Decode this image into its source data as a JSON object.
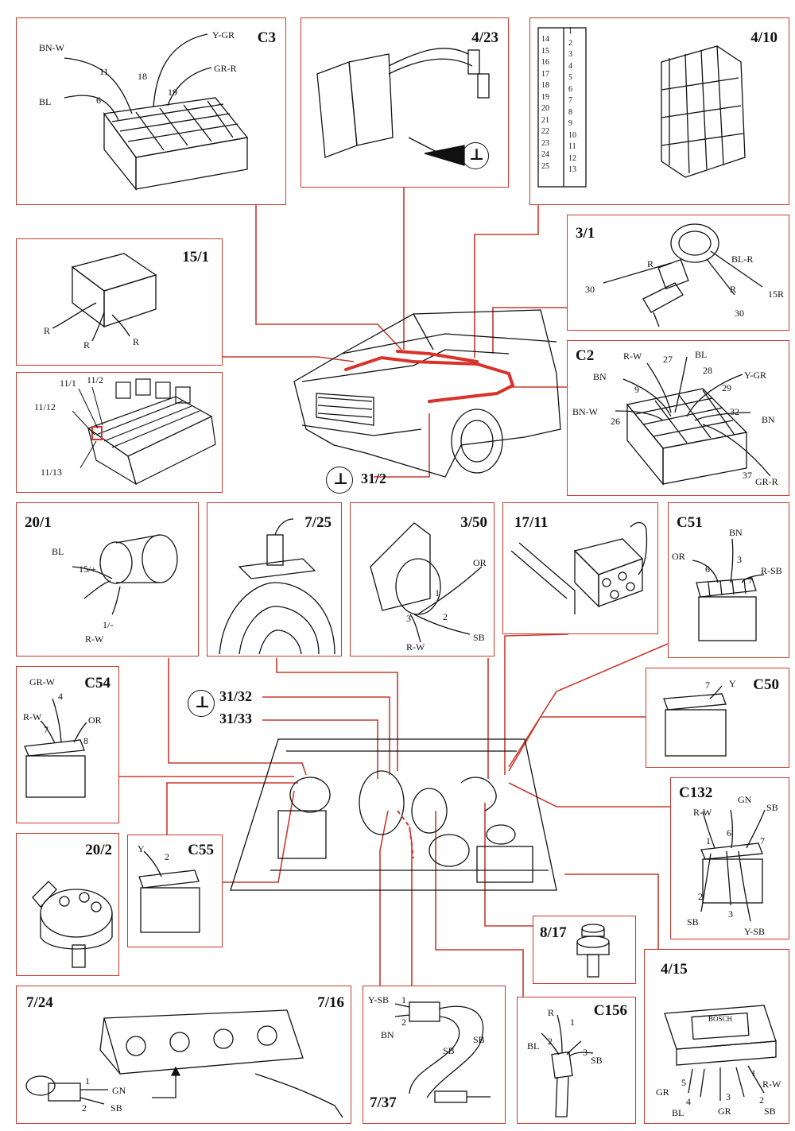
{
  "colors": {
    "frame": "#c83a2f",
    "wire": "#111111",
    "highlight": "#d8322a"
  },
  "panels": {
    "c3": {
      "title": "C3",
      "wires": [
        "BN-W",
        "Y-GR",
        "GR-R",
        "BL"
      ],
      "pins": [
        "11",
        "18",
        "19",
        "6"
      ]
    },
    "p4_23": {
      "title": "4/23"
    },
    "p4_10": {
      "title": "4/10",
      "pins_left": [
        "14",
        "15",
        "16",
        "17",
        "18",
        "19",
        "20",
        "21",
        "22",
        "23",
        "24",
        "25"
      ],
      "pins_right": [
        "1",
        "2",
        "3",
        "4",
        "5",
        "6",
        "7",
        "8",
        "9",
        "10",
        "11",
        "12",
        "13"
      ]
    },
    "p3_1": {
      "title": "3/1",
      "labels": [
        "R",
        "BL-R",
        "30",
        "R",
        "15R",
        "30"
      ]
    },
    "p15_1": {
      "title": "15/1",
      "wires": [
        "R",
        "R",
        "R"
      ]
    },
    "c2": {
      "title": "C2",
      "wires": [
        "R-W",
        "BL",
        "BN",
        "Y-GR",
        "BN-W",
        "BN",
        "GR-R"
      ],
      "pins": [
        "27",
        "28",
        "9",
        "29",
        "26",
        "32",
        "37"
      ]
    },
    "fusebox": {
      "labels": [
        "11/1",
        "11/2",
        "11/12",
        "11/13"
      ]
    },
    "ground_31_2": {
      "label": "31/2",
      "symbol": "⊥"
    },
    "p20_1": {
      "title": "20/1",
      "labels": [
        "BL",
        "15/+",
        "1/-",
        "R-W"
      ]
    },
    "p7_25": {
      "title": "7/25"
    },
    "p3_50": {
      "title": "3/50",
      "labels": [
        "OR",
        "1",
        "2",
        "3",
        "SB",
        "R-W"
      ]
    },
    "p17_11": {
      "title": "17/11"
    },
    "c51": {
      "title": "C51",
      "labels": [
        "BN",
        "OR",
        "3",
        "6",
        "7",
        "R-SB"
      ]
    },
    "c54": {
      "title": "C54",
      "labels": [
        "GR-W",
        "4",
        "R-W",
        "OR",
        "7",
        "8"
      ]
    },
    "ground_31_32": {
      "label": "31/32"
    },
    "ground_31_33": {
      "label": "31/33"
    },
    "c50": {
      "title": "C50",
      "labels": [
        "7",
        "Y"
      ]
    },
    "c132": {
      "title": "C132",
      "labels": [
        "GN",
        "R-W",
        "SB",
        "6",
        "1",
        "7",
        "2",
        "SB",
        "3",
        "Y-SB"
      ]
    },
    "p20_2": {
      "title": "20/2"
    },
    "c55": {
      "title": "C55",
      "labels": [
        "Y",
        "2"
      ]
    },
    "p8_17": {
      "title": "8/17"
    },
    "p4_15": {
      "title": "4/15",
      "brand": "BOSCH",
      "labels": [
        "1",
        "R-W",
        "5",
        "GR",
        "4",
        "BL",
        "3",
        "GR",
        "2",
        "SB"
      ]
    },
    "p7_24": {
      "title": "7/24",
      "title2": "7/16",
      "labels": [
        "1",
        "GN",
        "2",
        "SB"
      ]
    },
    "p7_37": {
      "title": "7/37",
      "labels": [
        "Y-SB",
        "1",
        "2",
        "BN",
        "SB",
        "SB"
      ]
    },
    "c156": {
      "title": "C156",
      "labels": [
        "R",
        "1",
        "BL",
        "2",
        "3",
        "SB"
      ]
    }
  }
}
